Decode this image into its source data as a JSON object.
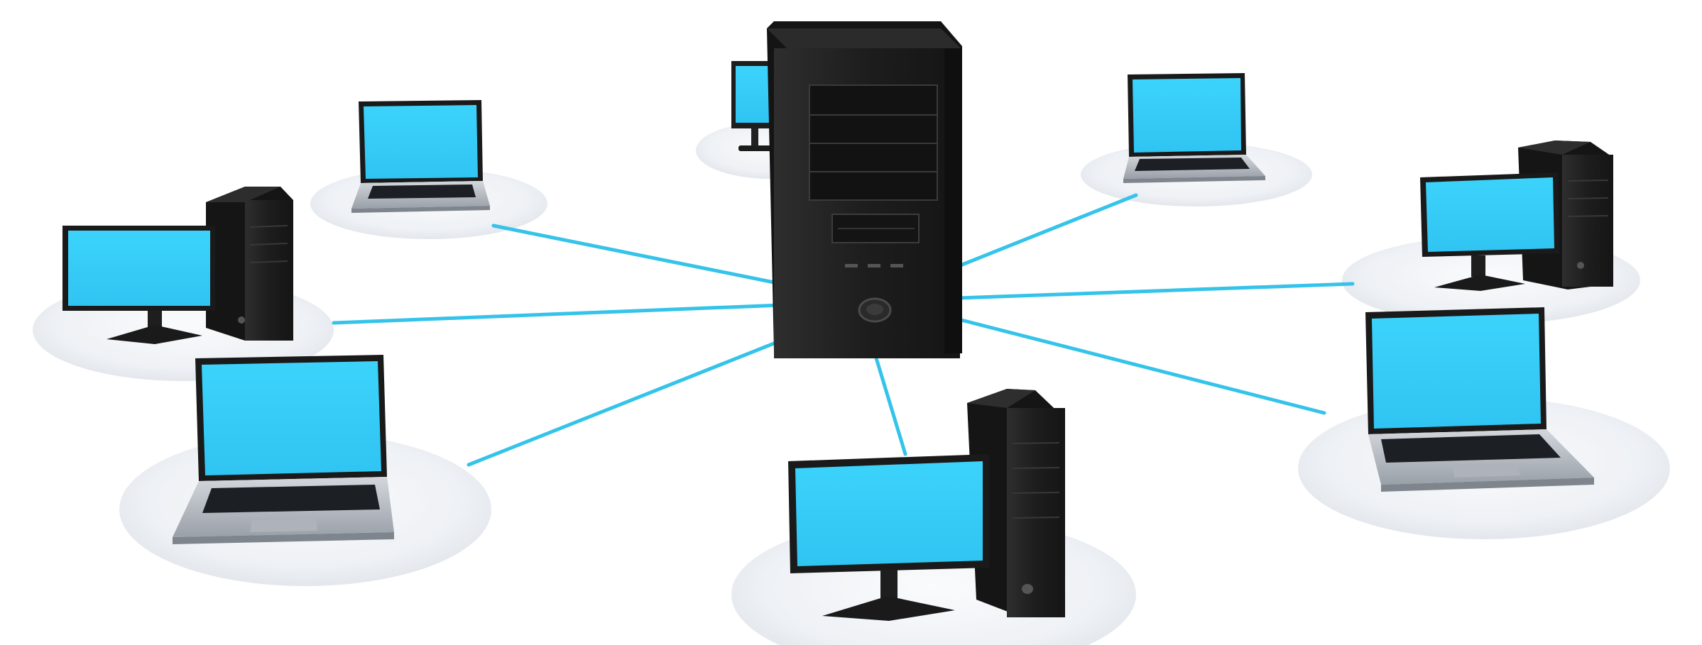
{
  "colors": {
    "background": "#ffffff",
    "link": "#35c3ea",
    "screen": "#36cdf8",
    "case_dark": "#1b1b1b",
    "case_mid": "#2c2c2c",
    "case_light": "#3d3d3d",
    "platform": "#f2f4f7",
    "platform_edge": "#e4e7ec",
    "laptop_base": "#b9bec6",
    "keyboard": "#1c1f24"
  },
  "icons": {
    "central": "server-tower-icon",
    "desktop": "desktop-computer-icon",
    "laptop": "laptop-icon",
    "link": "network-link"
  },
  "nodes": [
    {
      "kind": "desktop"
    },
    {
      "kind": "desktop"
    },
    {
      "kind": "laptop"
    },
    {
      "kind": "laptop"
    },
    {
      "kind": "laptop"
    },
    {
      "kind": "laptop"
    },
    {
      "kind": "desktop"
    },
    {
      "kind": "desktop"
    }
  ]
}
